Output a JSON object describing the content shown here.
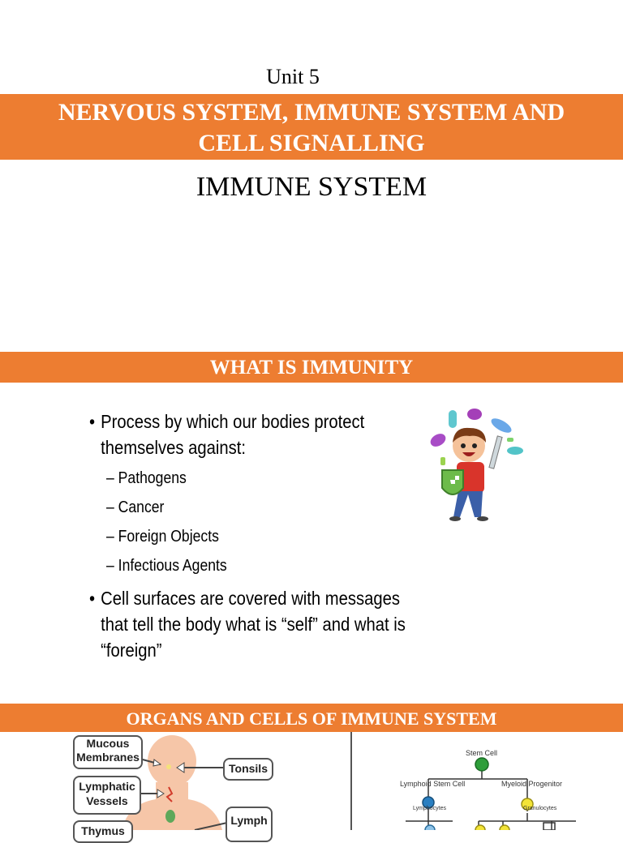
{
  "header": {
    "unit": "Unit 5",
    "title_line1": "NERVOUS  SYSTEM, IMMUNE SYSTEM AND",
    "title_line2": "CELL SIGNALLING",
    "subtitle": "IMMUNE SYSTEM"
  },
  "immunity": {
    "heading": "WHAT IS IMMUNITY",
    "bullet1_line1": "Process by which our bodies protect",
    "bullet1_line2": "themselves against:",
    "subitems": [
      "– Pathogens",
      "– Cancer",
      "– Foreign Objects",
      "– Infectious Agents"
    ],
    "bullet2_line1": "Cell surfaces are covered with messages",
    "bullet2_line2": "that tell the body what is “self” and what is",
    "bullet2_line3": "“foreign”"
  },
  "organs": {
    "heading": "ORGANS AND CELLS OF IMMUNE SYSTEM",
    "labels": {
      "mucous_line1": "Mucous",
      "mucous_line2": "Membranes",
      "lymphatic_line1": "Lymphatic",
      "lymphatic_line2": "Vessels",
      "thymus": "Thymus",
      "tonsils": "Tonsils",
      "lymph": "Lymph"
    },
    "cells": {
      "stem": "Stem Cell",
      "lymphoid": "Lymphoid Stem Cell",
      "myeloid": "Myeloid Progenitor",
      "lymphocytes": "Lymphocytes",
      "granulocytes": "Granulocytes"
    }
  },
  "colors": {
    "accent": "#ED7D31"
  }
}
